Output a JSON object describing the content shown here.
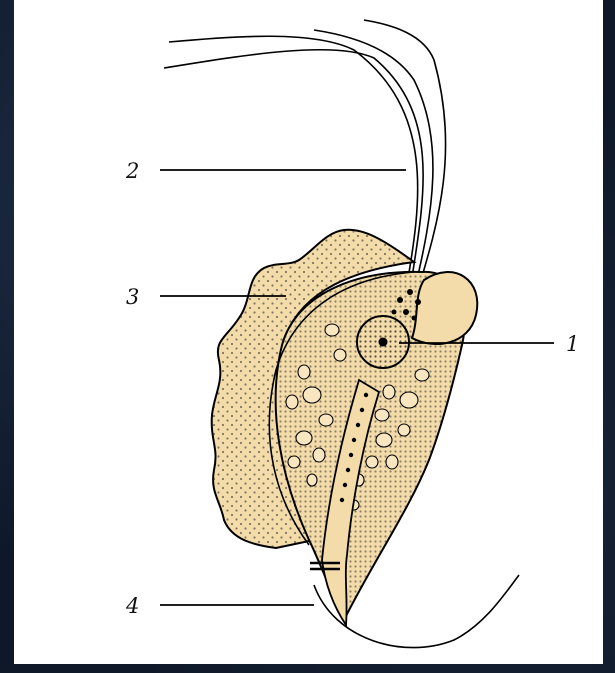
{
  "colors": {
    "background": "#0e1828",
    "panel": "#ffffff",
    "cell_fill": "#f3dcaa",
    "line": "#000000"
  },
  "labels": [
    {
      "id": "1",
      "text": "1"
    },
    {
      "id": "2",
      "text": "2"
    },
    {
      "id": "3",
      "text": "3"
    },
    {
      "id": "4",
      "text": "4"
    }
  ]
}
